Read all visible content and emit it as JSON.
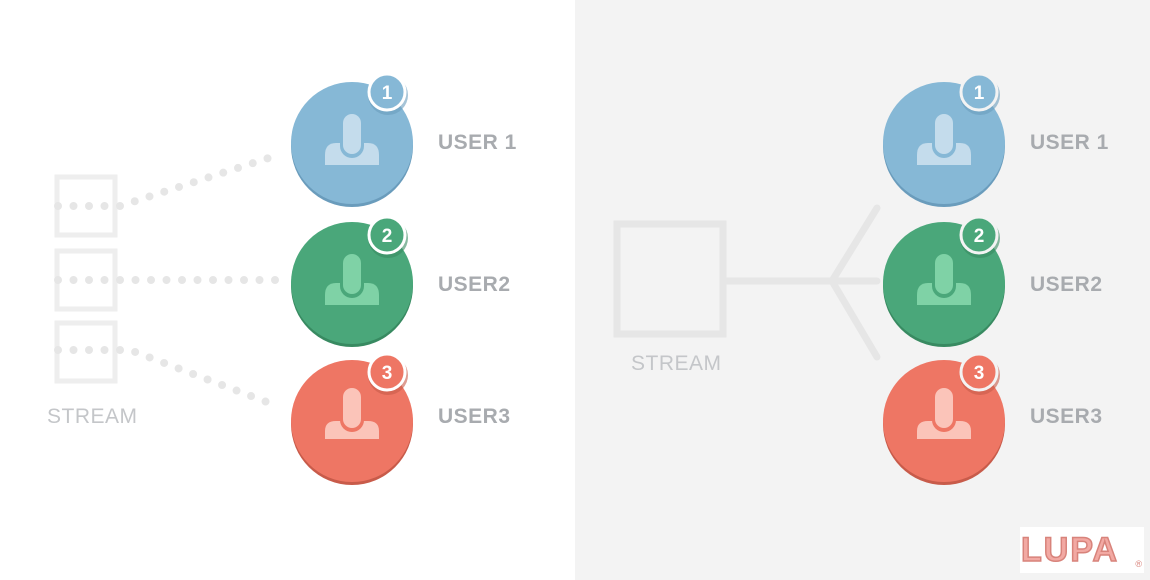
{
  "colors": {
    "blue": "#86b8d6",
    "blue_dark": "#6a9cbc",
    "blue_icon": "#c4dcec",
    "green": "#4aa77a",
    "green_dark": "#388a61",
    "green_icon": "#7fd2a6",
    "red": "#ee7664",
    "red_dark": "#c85b4a",
    "red_icon": "#fbc4b9",
    "line": "#e6e6e6"
  },
  "left": {
    "stream_label": "STREAM",
    "users": [
      {
        "badge": "1",
        "label": "USER 1",
        "icon": "user-icon"
      },
      {
        "badge": "2",
        "label": "USER2",
        "icon": "user-icon"
      },
      {
        "badge": "3",
        "label": "USER3",
        "icon": "user-icon"
      }
    ]
  },
  "right": {
    "stream_label": "STREAM",
    "users": [
      {
        "badge": "1",
        "label": "USER 1",
        "icon": "user-icon"
      },
      {
        "badge": "2",
        "label": "USER2",
        "icon": "user-icon"
      },
      {
        "badge": "3",
        "label": "USER3",
        "icon": "user-icon"
      }
    ]
  },
  "logo": {
    "text": "LUPA",
    "mark": "®"
  }
}
